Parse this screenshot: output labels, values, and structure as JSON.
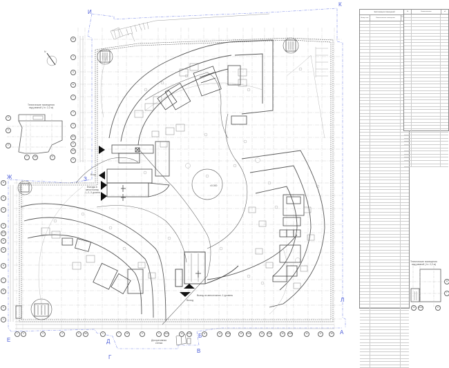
{
  "drawing": {
    "type": "architectural-floor-plan",
    "north_arrow": {
      "label": "N"
    },
    "section_markers": {
      "top_left": "И",
      "top_right": "К",
      "left_upper": "З",
      "left_middle": "Ж",
      "bottom_left": "Е",
      "bottom_mid_left": "Д",
      "bottom_mid": "Г",
      "bottom_mid_right_upper": "Б",
      "bottom_mid_right_lower": "В",
      "right_lower": "Л",
      "bottom_right": "А"
    },
    "row_axes_upper": [
      "Ш",
      "Ч",
      "Ц",
      "Щ",
      "У",
      "Т",
      "С",
      "Р/1",
      "Р",
      "П/1",
      "П"
    ],
    "row_axes_lower": [
      "М",
      "Л",
      "К",
      "И",
      "Ж/1",
      "Ж",
      "Е",
      "Д",
      "Г",
      "В",
      "Б",
      "А"
    ],
    "column_axes_bottom": [
      "1",
      "2",
      "3",
      "4",
      "5",
      "5/6",
      "6",
      "7",
      "7/8",
      "8",
      "9",
      "9/10",
      "10",
      "10/11",
      "11",
      "12",
      "12/13",
      "13",
      "13/14",
      "14",
      "14/15",
      "15",
      "15/16",
      "16",
      "17",
      "18"
    ],
    "central_mark": "±0.000",
    "annotations": {
      "tech_room_left": "Технические помещения\nнад рампой ( h= 2,2 м)",
      "tech_room_right": "Технические помещения\nнад рампой ( h= 2,2 м)",
      "entrance": "Вход",
      "ramp_exit": "Въезды в\nавтостоянку\n-1,-2,-3 уровни",
      "parking_exit": "Выезд из автостоянки -1 уровень",
      "exit": "Выход",
      "decorative_wall": "Декоративная\nстенка"
    },
    "inset_left": {
      "axes_rows": [
        "П",
        "О",
        "Р"
      ],
      "axes_cols": [
        "7",
        "7/8",
        "8"
      ]
    },
    "inset_right": {
      "axes_rows": [
        "Д",
        "Г"
      ],
      "axes_cols": [
        "16",
        "16/17",
        "17"
      ]
    }
  },
  "tables": {
    "left": {
      "title": "Экспликация помещений",
      "headers": [
        "Номер пом.",
        "Наименование помещения",
        "Площадь, м²"
      ],
      "row_count": 109
    },
    "right": {
      "title": "Экспликация помещений",
      "headers": [
        "№",
        "Наименование",
        "м²"
      ],
      "row_count": 48
    }
  },
  "colors": {
    "linework": "#8c8c8c",
    "gridlines": "#b5b5b5",
    "section_markers": "#4a5bd8",
    "walls": "#5a5a5a",
    "arrows": "#111111"
  }
}
